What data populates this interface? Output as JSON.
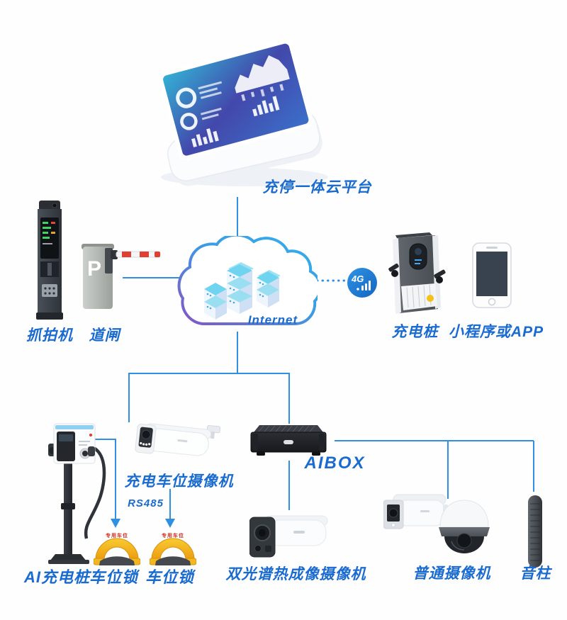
{
  "labels": {
    "platform": "充停一体云平台",
    "internet": "Internet",
    "capture_camera": "抓拍机",
    "barrier_gate": "道闸",
    "charging_pile": "充电桩",
    "mini_program": "小程序或APP",
    "ai_charging_pile": "AI充电桩",
    "parking_camera": "充电车位摄像机",
    "rs485": "RS485",
    "parking_lock_1": "车位锁",
    "parking_lock_2": "车位锁",
    "aibox": "AIBOX",
    "thermal_camera": "双光谱热成像摄像机",
    "normal_camera": "普通摄像机",
    "speaker": "音柱"
  },
  "badges": {
    "network": "4G",
    "barrier_sign": "P",
    "lock_arc_text_1": "专用车位",
    "lock_arc_text_2": "专用车位"
  },
  "colors": {
    "label_blue": "#1a6bd0",
    "line_blue": "#2f8fe2",
    "lock_yellow": "#f2b31c",
    "alert_red": "#d93a2b",
    "cloud_blue": "#33b1ec",
    "cloud_purple": "#8455c6",
    "screen_teal": "#33b0d4",
    "screen_indigo": "#4348ab"
  }
}
